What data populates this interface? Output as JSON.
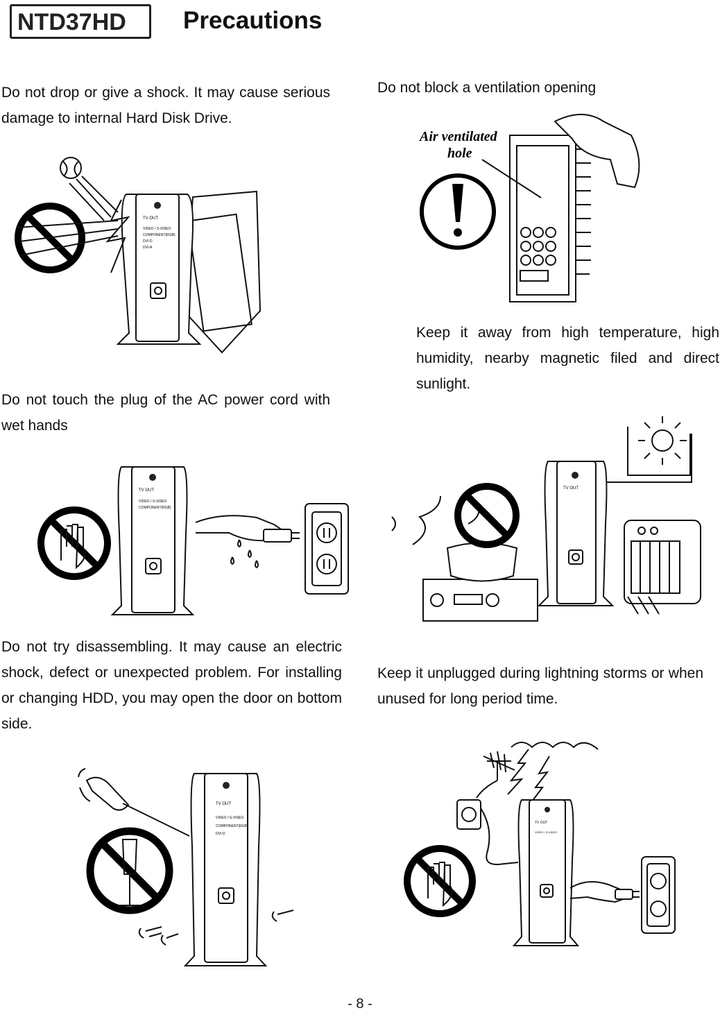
{
  "header": {
    "logo_text": "NTD37HD",
    "title": "Precautions"
  },
  "sections": {
    "drop": "Do not drop or give a shock. It may cause serious damage to internal Hard Disk Drive.",
    "ventilation": "Do not block a ventilation opening",
    "ventilation_label": "Air ventilated hole",
    "wet_hands": "Do not touch the plug of the AC power cord with wet hands",
    "temperature": "Keep it away from high temperature, high humidity, nearby magnetic filed and direct sunlight.",
    "disassembly": "Do not try disassembling. It may cause an electric shock, defect or unexpected problem. For installing or changing HDD, you may open the door on bottom side.",
    "lightning": "Keep it unplugged during lightning storms or when unused for long period time."
  },
  "device_labels": {
    "tv_out": "TV OUT",
    "video": "VIDEO / S-VIDEO",
    "component": "COMPONENT(RGB)",
    "dvi": "DVI-D",
    "dvi_a": "DVI-A"
  },
  "footer": {
    "page_number": "- 8 -"
  },
  "icons": [
    "prohibited-sign-icon",
    "warning-exclamation-icon",
    "power-icon",
    "hand-icon",
    "screwdriver-icon",
    "sun-icon",
    "lightning-icon"
  ]
}
